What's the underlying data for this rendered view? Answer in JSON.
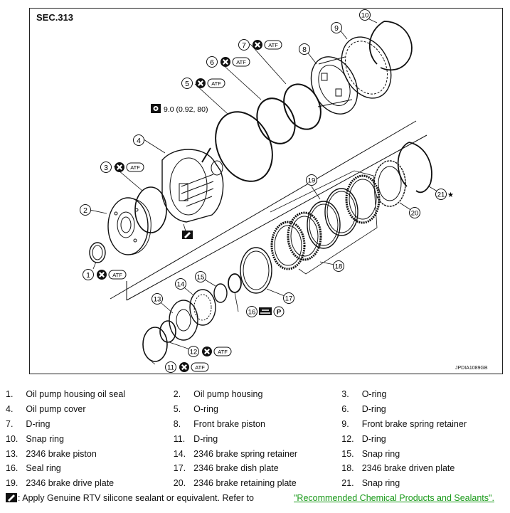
{
  "section": "SEC.313",
  "figure_id": "JPDIA1089GB",
  "torque": "9.0 (0.92, 80)",
  "callouts": {
    "c1": {
      "num": "1",
      "tag": "ATF"
    },
    "c2": {
      "num": "2"
    },
    "c3": {
      "num": "3",
      "tag": "ATF"
    },
    "c4": {
      "num": "4"
    },
    "c5": {
      "num": "5",
      "tag": "ATF"
    },
    "c6": {
      "num": "6",
      "tag": "ATF"
    },
    "c7": {
      "num": "7",
      "tag": "ATF"
    },
    "c8": {
      "num": "8"
    },
    "c9": {
      "num": "9"
    },
    "c10": {
      "num": "10"
    },
    "c11": {
      "num": "11",
      "tag": "ATF"
    },
    "c12": {
      "num": "12",
      "tag": "ATF"
    },
    "c13": {
      "num": "13"
    },
    "c14": {
      "num": "14"
    },
    "c15": {
      "num": "15"
    },
    "c16": {
      "num": "16",
      "tag": "P"
    },
    "c17": {
      "num": "17"
    },
    "c18": {
      "num": "18"
    },
    "c19": {
      "num": "19"
    },
    "c20": {
      "num": "20"
    },
    "c21": {
      "num": "21",
      "star": "★"
    }
  },
  "legend": [
    [
      {
        "n": "1.",
        "label": "Oil pump housing oil seal"
      },
      {
        "n": "2.",
        "label": "Oil pump housing"
      },
      {
        "n": "3.",
        "label": "O-ring"
      }
    ],
    [
      {
        "n": "4.",
        "label": "Oil pump cover"
      },
      {
        "n": "5.",
        "label": "O-ring"
      },
      {
        "n": "6.",
        "label": "D-ring"
      }
    ],
    [
      {
        "n": "7.",
        "label": "D-ring"
      },
      {
        "n": "8.",
        "label": "Front brake piston"
      },
      {
        "n": "9.",
        "label": "Front brake spring retainer"
      }
    ],
    [
      {
        "n": "10.",
        "label": "Snap ring"
      },
      {
        "n": "11.",
        "label": "D-ring"
      },
      {
        "n": "12.",
        "label": "D-ring"
      }
    ],
    [
      {
        "n": "13.",
        "label": "2346 brake piston"
      },
      {
        "n": "14.",
        "label": "2346 brake spring retainer"
      },
      {
        "n": "15.",
        "label": "Snap ring"
      }
    ],
    [
      {
        "n": "16.",
        "label": "Seal ring"
      },
      {
        "n": "17.",
        "label": "2346 brake dish plate"
      },
      {
        "n": "18.",
        "label": "2346 brake driven plate"
      }
    ],
    [
      {
        "n": "19.",
        "label": "2346 brake drive plate"
      },
      {
        "n": "20.",
        "label": "2346 brake retaining plate"
      },
      {
        "n": "21.",
        "label": "Snap ring"
      }
    ]
  ],
  "note": {
    "text": ": Apply Genuine RTV silicone sealant or equivalent. Refer to",
    "link": "\"Recommended Chemical Products and Sealants\"",
    "end": "."
  },
  "colors": {
    "link": "#1a9a1a",
    "line": "#111111"
  }
}
